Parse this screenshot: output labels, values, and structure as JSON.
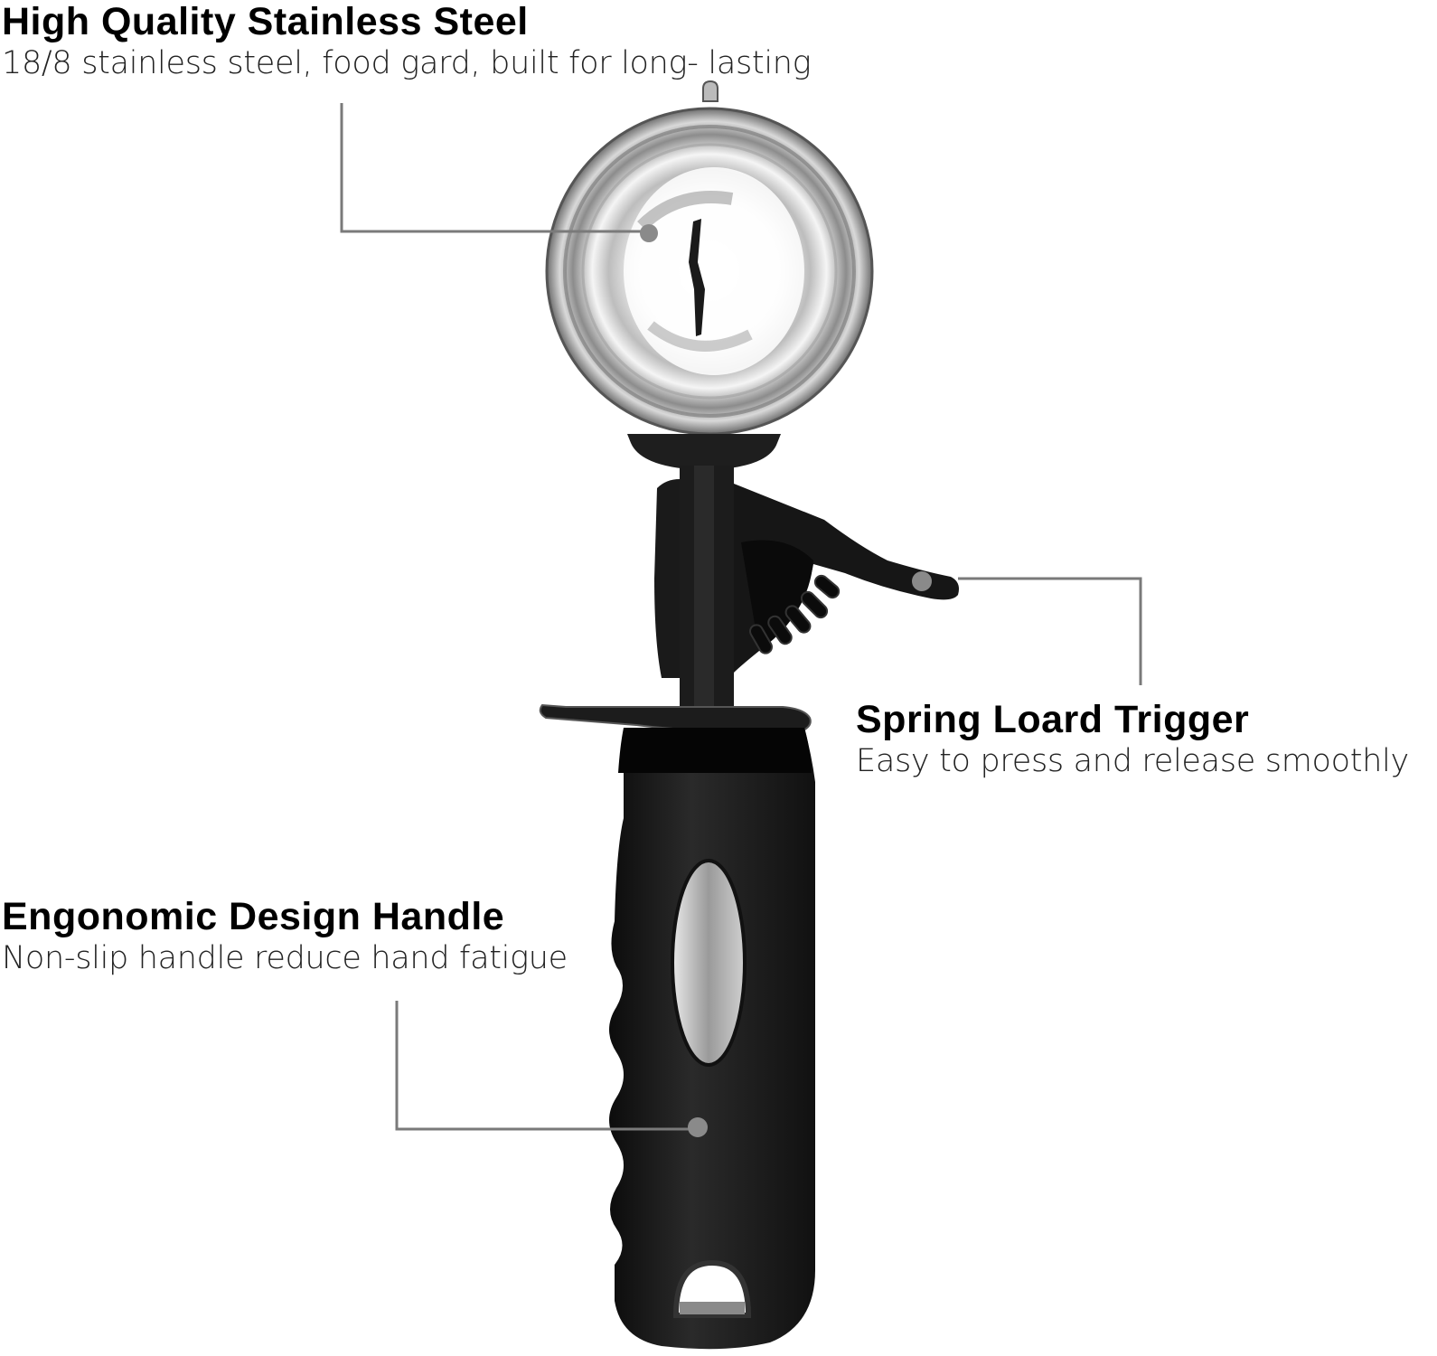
{
  "product": "Ice cream scoop with trigger",
  "colors": {
    "background": "#ffffff",
    "text": "#000000",
    "leader_line": "#7a7a7a",
    "leader_dot": "#8a8a8a",
    "handle": "#1a1a1a",
    "steel": "#c8c8c8"
  },
  "callouts": [
    {
      "id": "steel",
      "title": "High Quality Stainless Steel",
      "description": "18/8 stainless steel, food gard, built for long- lasting"
    },
    {
      "id": "trigger",
      "title": "Spring Loard Trigger",
      "description": "Easy to press and release smoothly"
    },
    {
      "id": "handle",
      "title": "Engonomic Design Handle",
      "description": "Non-slip handle reduce hand fatigue"
    }
  ]
}
